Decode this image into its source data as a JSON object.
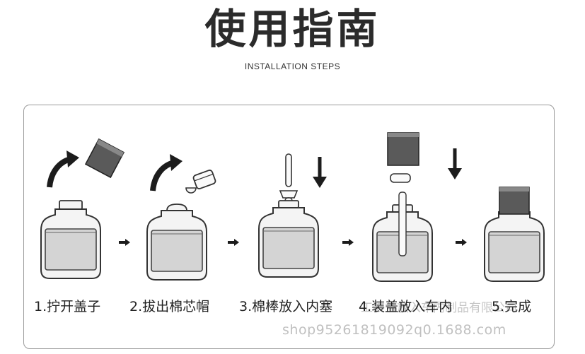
{
  "title": "使用指南",
  "subtitle": "INSTALLATION STEPS",
  "steps": [
    {
      "label": "1.拧开盖子"
    },
    {
      "label": "2.拔出棉芯帽"
    },
    {
      "label": "3.棉棒放入内塞"
    },
    {
      "label": "4.装盖放入车内"
    },
    {
      "label": "5.完成"
    }
  ],
  "watermark": {
    "company": "工装益放入车内制品有限公司",
    "shop": "shop95261819092q0.1688.com"
  },
  "colors": {
    "ink": "#1c1c1c",
    "liquid": "#d4d4d4",
    "cap": "#555555",
    "border": "#9a9a9a"
  }
}
